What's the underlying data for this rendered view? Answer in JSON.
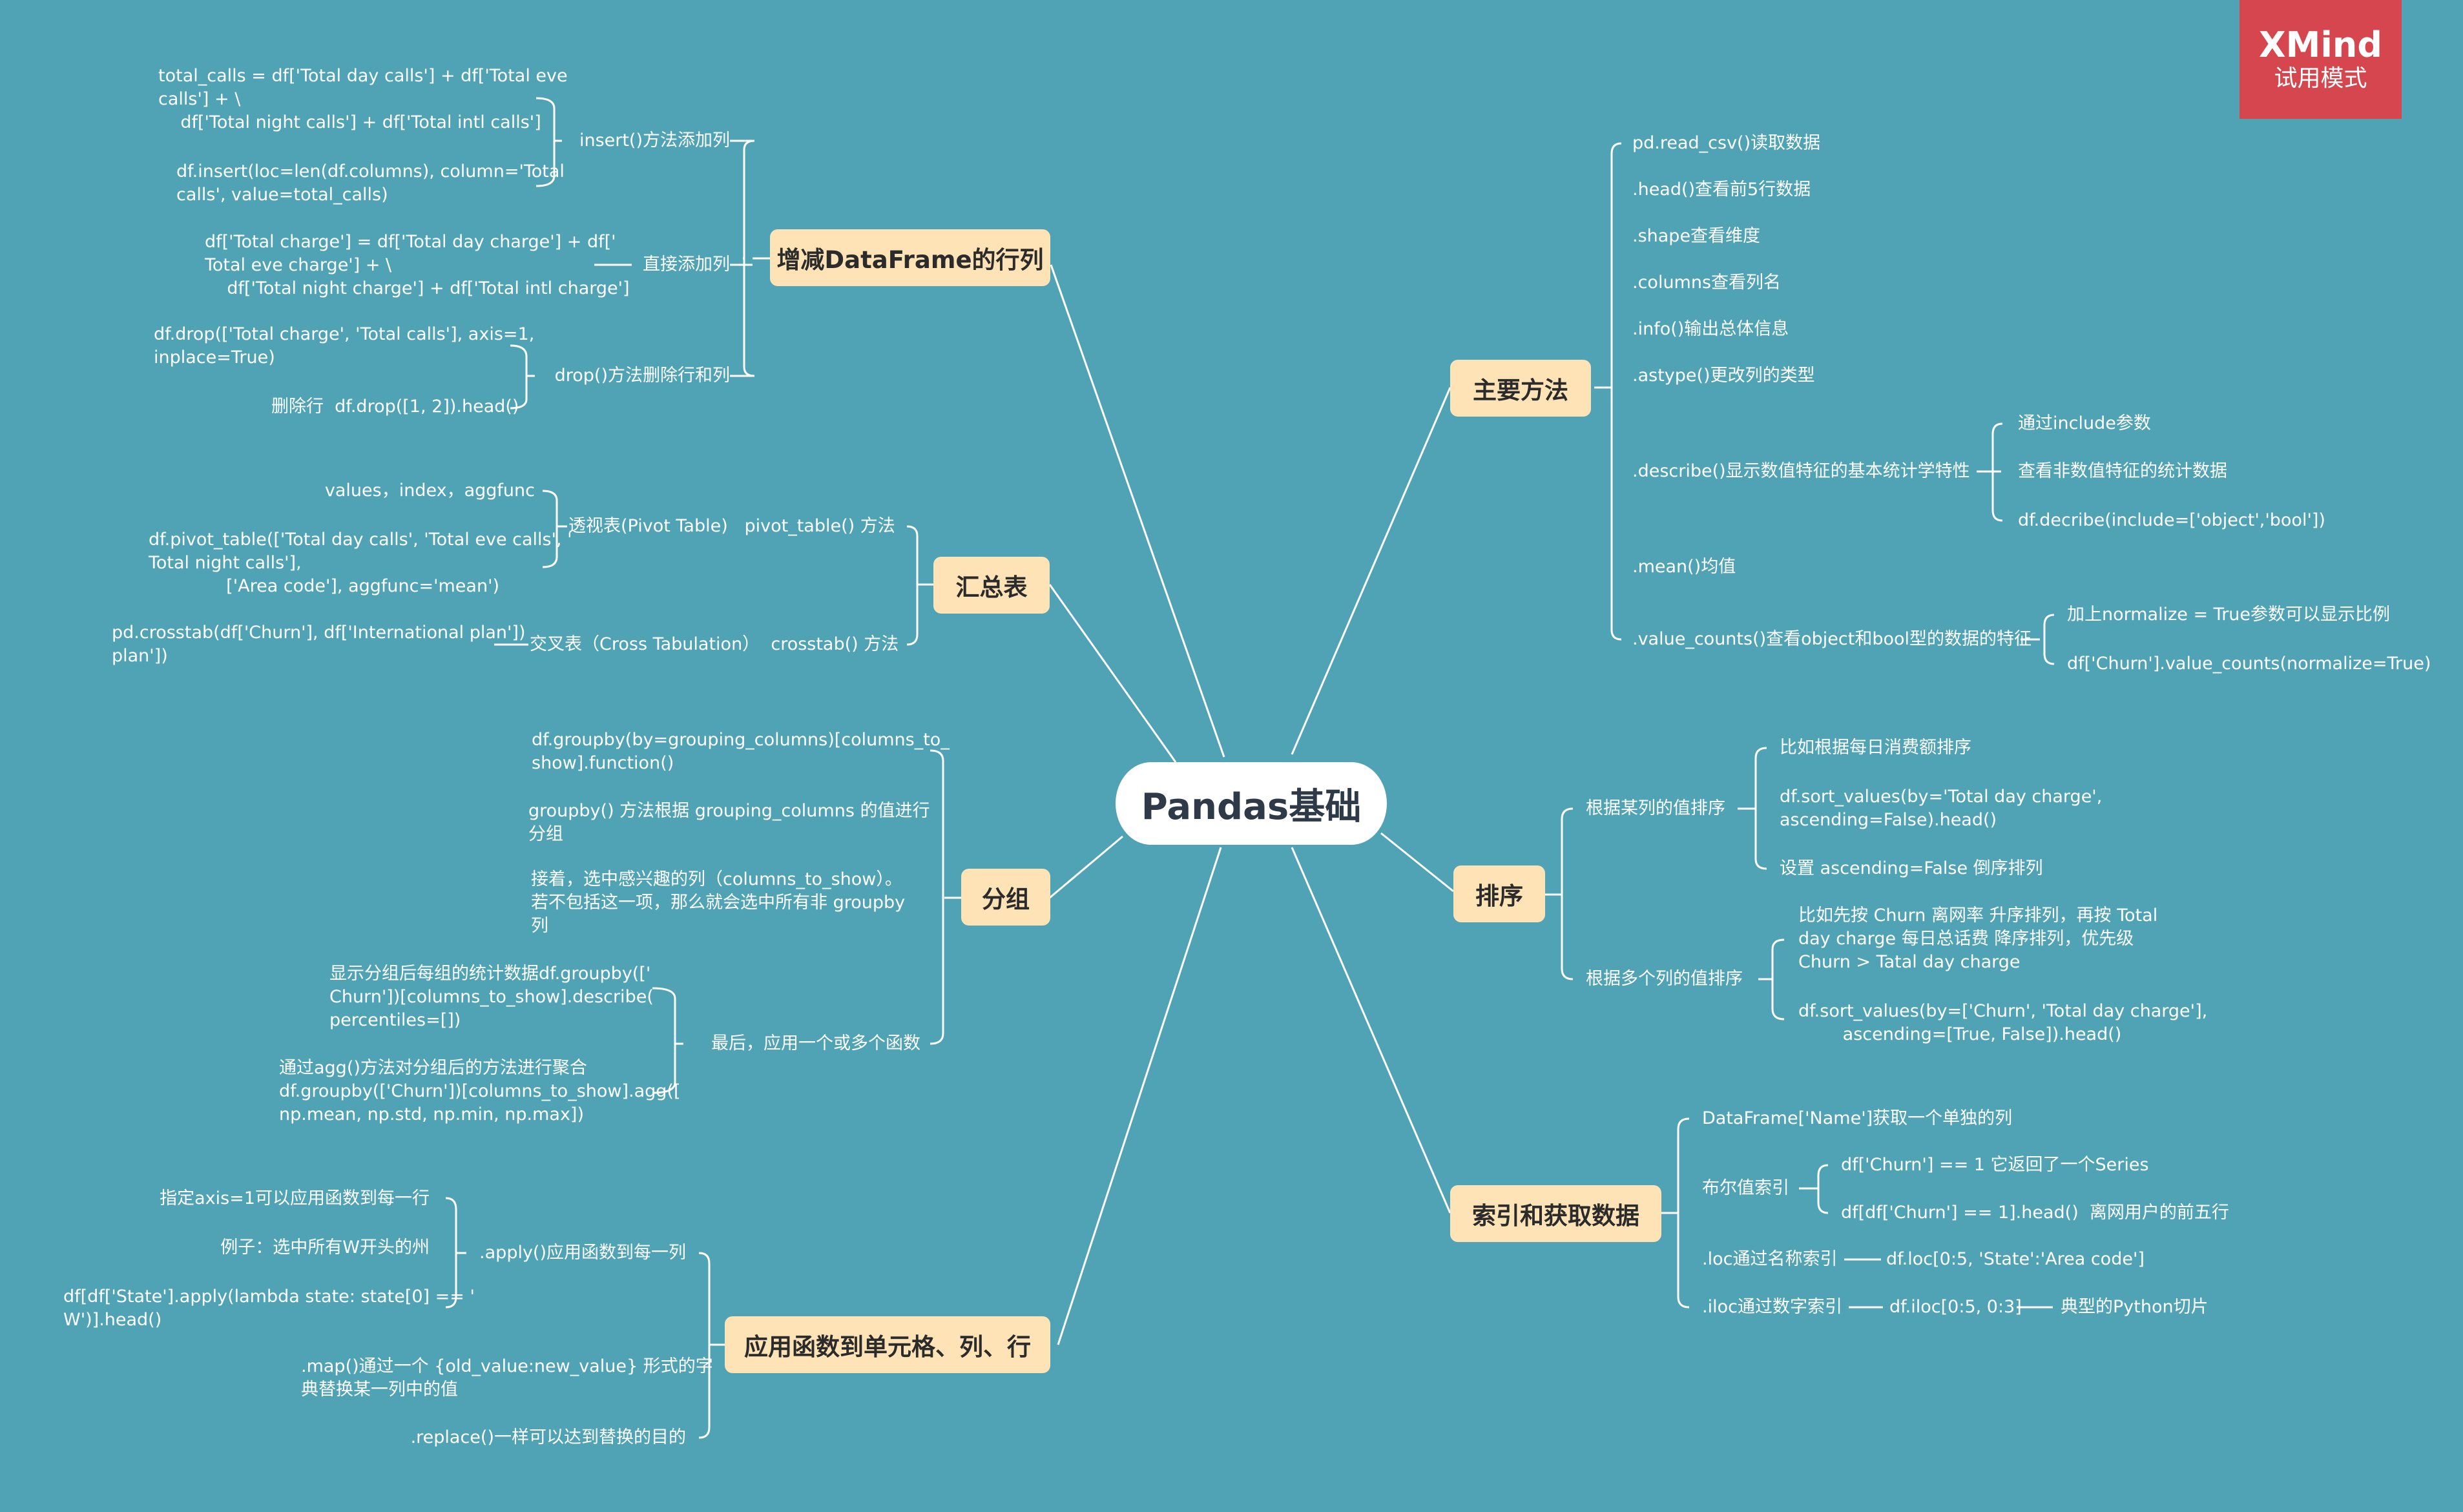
{
  "watermark": {
    "brand": "XMind",
    "mode": "试用模式"
  },
  "center": "Pandas基础",
  "branches": {
    "add_remove": "增减DataFrame的行列",
    "summary": "汇总表",
    "group": "分组",
    "apply": "应用函数到单元格、列、行",
    "main": "主要方法",
    "sort": "排序",
    "index": "索引和获取数据"
  },
  "nodes": {
    "insert": "insert()方法添加列",
    "insert_code1": "total_calls = df['Total day calls'] + df['Total eve\ncalls'] + \\\n    df['Total night calls'] + df['Total intl calls']",
    "insert_code2": "df.insert(loc=len(df.columns), column='Total\ncalls', value=total_calls)",
    "direct": "直接添加列",
    "direct_code": "df['Total charge'] = df['Total day charge'] + df['\nTotal eve charge'] + \\\n    df['Total night charge'] + df['Total intl charge']",
    "drop": "drop()方法删除行和列",
    "drop_code1": "df.drop(['Total charge', 'Total calls'], axis=1,\ninplace=True)",
    "drop_code2": "删除行  df.drop([1, 2]).head()",
    "pivot": "透视表(Pivot Table)   pivot_table() 方法",
    "pivot_code1": "values，index，aggfunc",
    "pivot_code2": "df.pivot_table(['Total day calls', 'Total eve calls', '\nTotal night calls'],\n              ['Area code'], aggfunc='mean')",
    "crosstab": "交叉表（Cross Tabulation）  crosstab() 方法",
    "crosstab_code": "pd.crosstab(df['Churn'], df['International plan'])\nplan'])",
    "g1": "df.groupby(by=grouping_columns)[columns_to_\nshow].function()",
    "g2": "groupby() 方法根据 grouping_columns 的值进行\n分组",
    "g3": "接着，选中感兴趣的列（columns_to_show）。\n若不包括这一项，那么就会选中所有非 groupby\n列",
    "g4": "最后，应用一个或多个函数",
    "g4a": "显示分组后每组的统计数据df.groupby(['\nChurn'])[columns_to_show].describe(\npercentiles=[])",
    "g4b": "通过agg()方法对分组后的方法进行聚合\ndf.groupby(['Churn'])[columns_to_show].agg([\nnp.mean, np.std, np.min, np.max])",
    "apply_col": ".apply()应用函数到每一列",
    "apply_a": "指定axis=1可以应用函数到每一行",
    "apply_b": "例子：选中所有W开头的州",
    "apply_c": "df[df['State'].apply(lambda state: state[0] == '\nW')].head()",
    "map": ".map()通过一个 {old_value:new_value} 形式的字\n典替换某一列中的值",
    "replace": ".replace()一样可以达到替换的目的",
    "m1": "pd.read_csv()读取数据",
    "m2": ".head()查看前5行数据",
    "m3": ".shape查看维度",
    "m4": ".columns查看列名",
    "m5": ".info()输出总体信息",
    "m6": ".astype()更改列的类型",
    "m7": ".describe()显示数值特征的基本统计学特性",
    "m7a": "通过include参数",
    "m7b": "查看非数值特征的统计数据",
    "m7c": "df.decribe(include=['object','bool'])",
    "m8": ".mean()均值",
    "m9": ".value_counts()查看object和bool型的数据的特征",
    "m9a": "加上normalize = True参数可以显示比例",
    "m9b": "df['Churn'].value_counts(normalize=True)",
    "s1": "根据某列的值排序",
    "s1a": "比如根据每日消费额排序",
    "s1b": "df.sort_values(by='Total day charge',\nascending=False).head()",
    "s1c": "设置 ascending=False 倒序排列",
    "s2": "根据多个列的值排序",
    "s2a": "比如先按 Churn 离网率 升序排列，再按 Total\nday charge 每日总话费 降序排列，优先级\nChurn > Tatal day charge",
    "s2b": "df.sort_values(by=['Churn', 'Total day charge'],\n        ascending=[True, False]).head()",
    "i1": "DataFrame['Name']获取一个单独的列",
    "i2": "布尔值索引",
    "i2a": "df['Churn'] == 1 它返回了一个Series",
    "i2b": "df[df['Churn'] == 1].head()  离网用户的前五行",
    "i3": ".loc通过名称索引",
    "i3a": "df.loc[0:5, 'State':'Area code']",
    "i4": ".iloc通过数字索引",
    "i4a": "df.iloc[0:5, 0:3]",
    "i4b": "典型的Python切片"
  }
}
